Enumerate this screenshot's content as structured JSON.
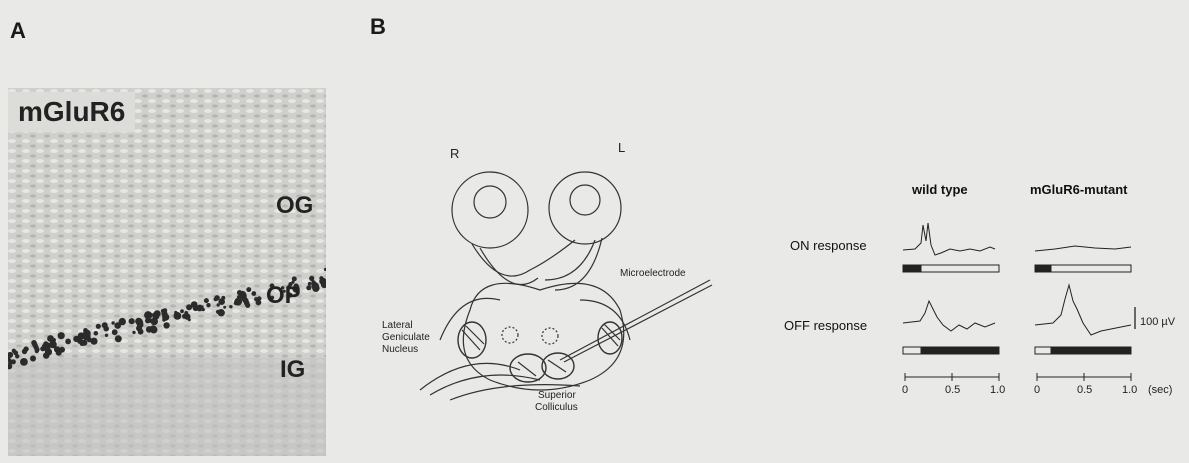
{
  "panel_a": {
    "letter": "A",
    "stain": "mGluR6",
    "layers": [
      "OG",
      "OP",
      "IG"
    ]
  },
  "panel_b": {
    "letter": "B",
    "diagram": {
      "right_eye": "R",
      "left_eye": "L",
      "microelectrode": "Microelectrode",
      "lgn": [
        "Lateral",
        "Geniculate",
        "Nucleus"
      ],
      "sc": [
        "Superior",
        "Colliculus"
      ]
    },
    "recordings": {
      "columns": [
        "wild type",
        "mGluR6-mutant"
      ],
      "rows": [
        "ON response",
        "OFF response"
      ],
      "scale_bar": "100 µV",
      "x_ticks_wt": [
        "0",
        "0.5",
        "1.0"
      ],
      "x_ticks_mut": [
        "0",
        "0.5",
        "1.0"
      ],
      "x_unit": "(sec)"
    }
  }
}
